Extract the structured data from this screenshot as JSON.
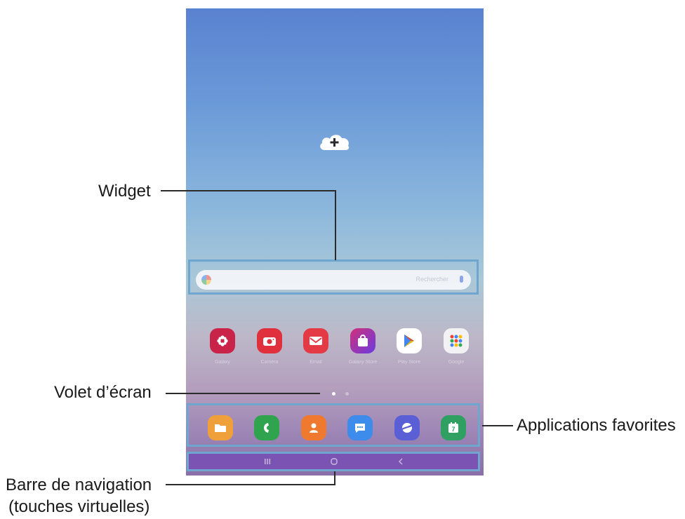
{
  "callouts": {
    "widget": "Widget",
    "volet": "Volet d’écran",
    "favorites": "Applications favorites",
    "nav_line1": "Barre de navigation",
    "nav_line2": "(touches virtuelles)"
  },
  "home_screen": {
    "add_widget_icon": "cloud-plus-icon",
    "search_widget": {
      "placeholder": "Rechercher"
    },
    "apps": [
      {
        "label": "Galaxy",
        "icon": "bixby-icon",
        "color": "#c9234a"
      },
      {
        "label": "Caméra",
        "icon": "camera-icon",
        "color": "#e0303e"
      },
      {
        "label": "Email",
        "icon": "email-icon",
        "color": "#e33a46"
      },
      {
        "label": "Galaxy Store",
        "icon": "galaxy-store-icon",
        "color": "#8d3bd8"
      },
      {
        "label": "Play Store",
        "icon": "play-store-icon",
        "color": "#ffffff"
      },
      {
        "label": "Google",
        "icon": "google-folder-icon",
        "color": "#f2f2f4"
      }
    ],
    "page_indicator": {
      "pages": 2,
      "current": 1
    },
    "dock": [
      {
        "icon": "my-files-icon",
        "color": "#f0a03a"
      },
      {
        "icon": "phone-icon",
        "color": "#2fa34d"
      },
      {
        "icon": "contacts-icon",
        "color": "#ef7a2f"
      },
      {
        "icon": "messages-icon",
        "color": "#3d8bea"
      },
      {
        "icon": "internet-icon",
        "color": "#5b5fd6"
      },
      {
        "icon": "calendar-icon",
        "color": "#2fa062",
        "text": "7"
      }
    ],
    "navigation": {
      "recent": "recents-icon",
      "home": "home-icon",
      "back": "back-icon"
    }
  },
  "colors": {
    "callout_frame": "#6fa6cf",
    "nav_bar": "#7b53b2"
  }
}
